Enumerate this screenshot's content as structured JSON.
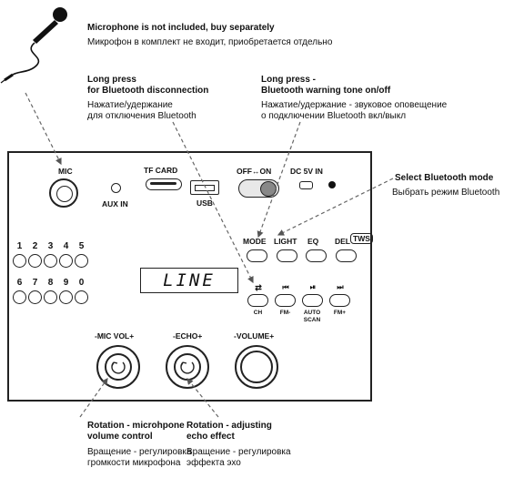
{
  "annotations": {
    "mic_note": {
      "title": "Microphone is not included, buy separately",
      "desc": "Микрофон в комплект не входит, приобретается отдельно"
    },
    "bt_disconnect": {
      "title_1": "Long press",
      "title_2": "for Bluetooth disconnection",
      "desc_1": "Нажатие/удержание",
      "desc_2": "для отключения Bluetooth"
    },
    "bt_tone": {
      "title_1": "Long press -",
      "title_2": "Bluetooth warning tone on/off",
      "desc_1": "Нажатие/удержание - звуковое оповещение",
      "desc_2": "о подключении Bluetooth вкл/выкл"
    },
    "bt_mode": {
      "title": "Select Bluetooth mode",
      "desc": "Выбрать режим Bluetooth"
    },
    "mic_volume": {
      "title_1": "Rotation - microhpone",
      "title_2": "volume control",
      "desc_1": "Вращение - регулировка",
      "desc_2": "громкости микрофона"
    },
    "echo": {
      "title_1": "Rotation - adjusting",
      "title_2": "echo effect",
      "desc_1": "Вращение - регулировка",
      "desc_2": "эффекта эхо"
    }
  },
  "panel": {
    "mic_label": "MIC",
    "aux_label": "AUX IN",
    "tf_label": "TF CARD",
    "usb_label": "USB",
    "switch_label": "OFF↔ON",
    "dc_label": "DC 5V IN",
    "display_text": "LINE",
    "numbers_row1": [
      "1",
      "2",
      "3",
      "4",
      "5"
    ],
    "numbers_row2": [
      "6",
      "7",
      "8",
      "9",
      "0"
    ],
    "mode_buttons": [
      "MODE",
      "LIGHT",
      "EQ",
      "DEL"
    ],
    "tws_label": "TWS",
    "transport": [
      {
        "icon": "⇄",
        "label": "CH"
      },
      {
        "icon": "⏮",
        "label": "FM-"
      },
      {
        "icon": "⏯",
        "label": "AUTO\nSCAN"
      },
      {
        "icon": "⏭",
        "label": "FM+"
      }
    ],
    "knobs": [
      "-MIC VOL+",
      "-ECHO+",
      "-VOLUME+"
    ]
  }
}
